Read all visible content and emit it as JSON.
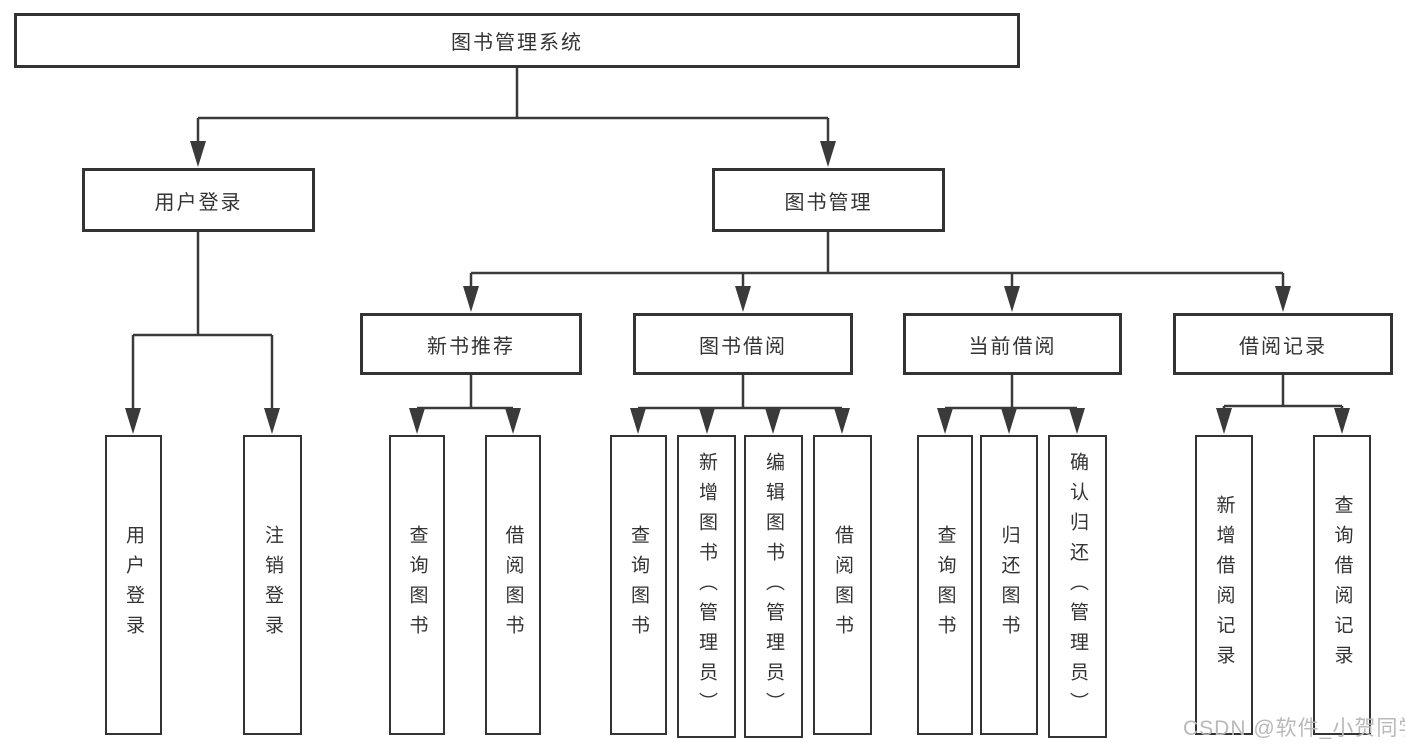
{
  "tree": {
    "label": "图书管理系统",
    "children": [
      {
        "label": "用户登录",
        "children": [
          {
            "label": "用户登录"
          },
          {
            "label": "注销登录"
          }
        ]
      },
      {
        "label": "图书管理",
        "children": [
          {
            "label": "新书推荐",
            "children": [
              {
                "label": "查询图书"
              },
              {
                "label": "借阅图书"
              }
            ]
          },
          {
            "label": "图书借阅",
            "children": [
              {
                "label": "查询图书"
              },
              {
                "label": "新增图书（管理员）"
              },
              {
                "label": "编辑图书（管理员）"
              },
              {
                "label": "借阅图书"
              }
            ]
          },
          {
            "label": "当前借阅",
            "children": [
              {
                "label": "查询图书"
              },
              {
                "label": "归还图书"
              },
              {
                "label": "确认归还（管理员）"
              }
            ]
          },
          {
            "label": "借阅记录",
            "children": [
              {
                "label": "新增借阅记录"
              },
              {
                "label": "查询借阅记录"
              }
            ]
          }
        ]
      }
    ]
  },
  "colors": {
    "line": "#3a3a3a",
    "border": "#333333",
    "text": "#333333",
    "watermark": "#b9b9b9"
  },
  "watermark": "CSDN @软件_小贺同学"
}
